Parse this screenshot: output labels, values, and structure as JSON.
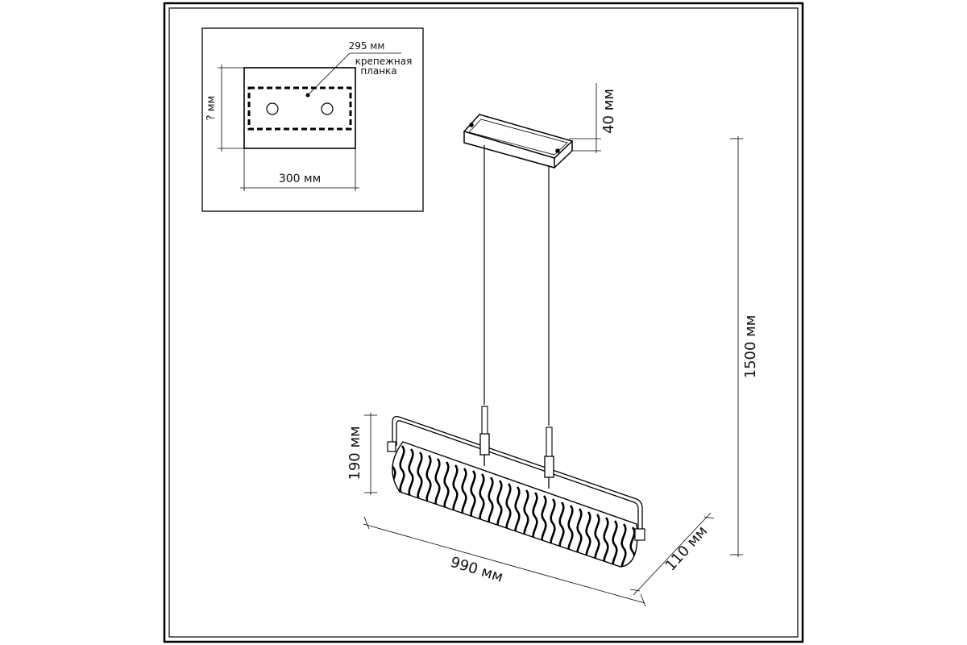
{
  "inset": {
    "plate_width": "295 мм",
    "mount_label_line1": "крепежная",
    "mount_label_line2": "планка",
    "height": "? мм",
    "width": "300 мм"
  },
  "dimensions": {
    "canopy_height": "40 мм",
    "total_height": "1500 мм",
    "lamp_height": "190 мм",
    "length": "990 мм",
    "depth": "110 мм"
  }
}
